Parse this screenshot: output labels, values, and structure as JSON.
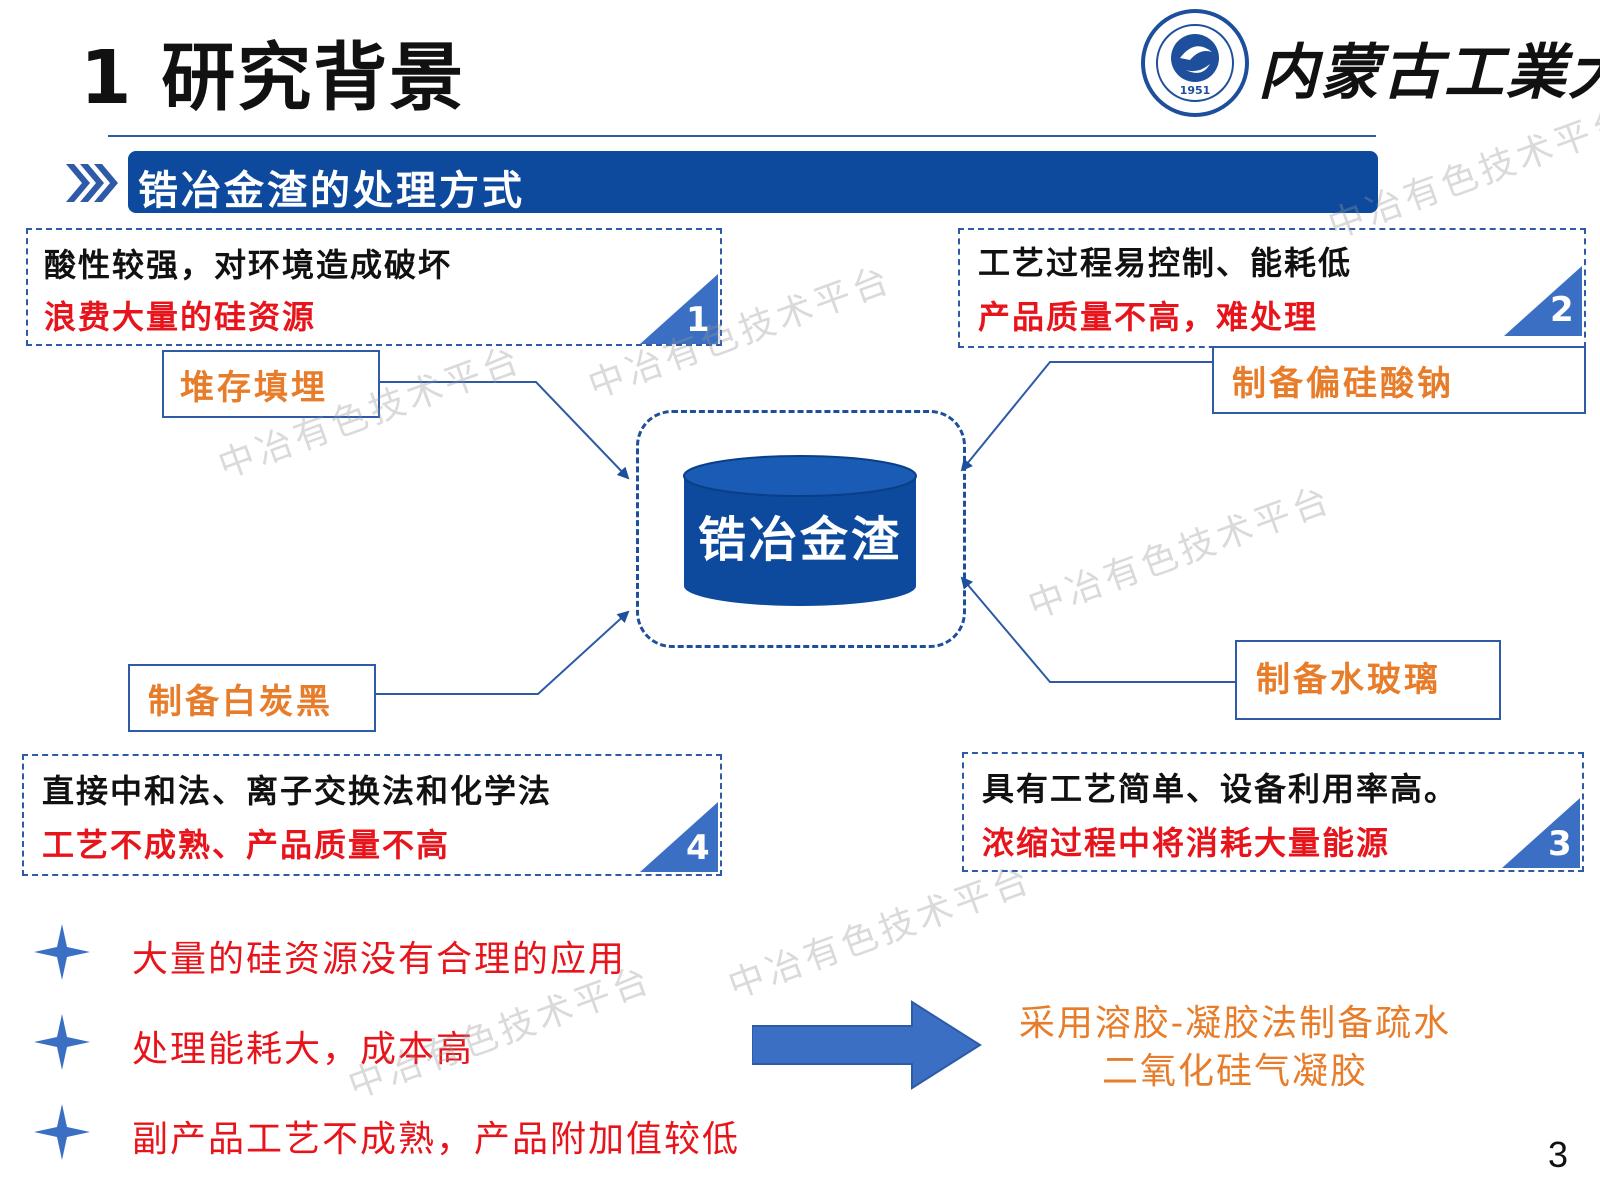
{
  "title": "1 研究背景",
  "logo": {
    "name": "内蒙古工業大學",
    "seal_year": "1951"
  },
  "section_title": "锆冶金渣的处理方式",
  "center_label": "锆冶金渣",
  "boxes": [
    {
      "number": "1",
      "line1": "酸性较强，对环境造成破坏",
      "line2": "浪费大量的硅资源",
      "method": "堆存填埋"
    },
    {
      "number": "2",
      "line1": "工艺过程易控制、能耗低",
      "line2": "产品质量不高，难处理",
      "method": "制备偏硅酸钠"
    },
    {
      "number": "3",
      "line1": "具有工艺简单、设备利用率高。",
      "line2": "浓缩过程中将消耗大量能源",
      "method": "制备水玻璃"
    },
    {
      "number": "4",
      "line1": "直接中和法、离子交换法和化学法",
      "line2": "工艺不成熟、产品质量不高",
      "method": "制备白炭黑"
    }
  ],
  "bullets": [
    "大量的硅资源没有合理的应用",
    "处理能耗大，成本高",
    "副产品工艺不成熟，产品附加值较低"
  ],
  "conclusion": {
    "line1": "采用溶胶-凝胶法制备疏水",
    "line2": "二氧化硅气凝胶"
  },
  "page_number": "3",
  "watermark": "中冶有色技术平台",
  "colors": {
    "primary_blue": "#0d4a9e",
    "red": "#e8141b",
    "orange": "#e77d2a",
    "arrow_blue": "#3a6fc4"
  }
}
